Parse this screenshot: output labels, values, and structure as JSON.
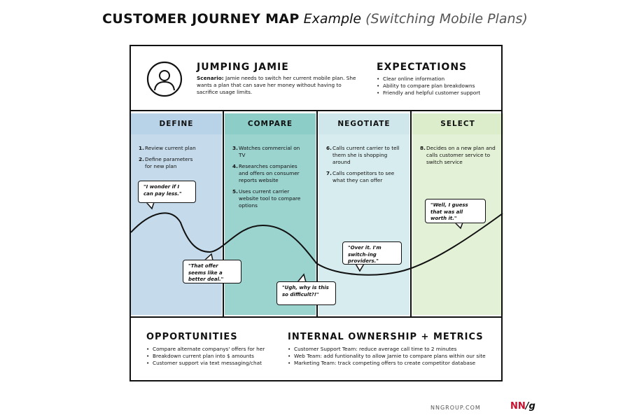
{
  "title": {
    "main": "CUSTOMER JOURNEY MAP",
    "example": "Example",
    "subtitle": "(Switching Mobile Plans)"
  },
  "persona": {
    "name": "JUMPING JAMIE",
    "scenario_label": "Scenario:",
    "scenario_text": "Jamie needs to switch her current mobile plan. She wants a plan that can save her money without having to sacrifice usage limits.",
    "icon": "user-avatar-icon"
  },
  "expectations": {
    "title": "EXPECTATIONS",
    "items": [
      "Clear online information",
      "Ability to compare plan breakdowns",
      "Friendly and helpful customer support"
    ]
  },
  "stages": [
    {
      "label": "DEFINE",
      "color": "#c5dbec",
      "header_color": "#b8d3e8",
      "steps": [
        {
          "num": "1.",
          "text": "Review current plan"
        },
        {
          "num": "2.",
          "text": "Define parameters for new plan"
        }
      ]
    },
    {
      "label": "COMPARE",
      "color": "#9bd3cf",
      "header_color": "#8ccdc8",
      "steps": [
        {
          "num": "3.",
          "text": "Watches commercial on TV"
        },
        {
          "num": "4.",
          "text": "Researches companies and offers on consumer reports website"
        },
        {
          "num": "5.",
          "text": "Uses current carrier website tool to compare options"
        }
      ]
    },
    {
      "label": "NEGOTIATE",
      "color": "#d7ecee",
      "header_color": "#cfe7ea",
      "steps": [
        {
          "num": "6.",
          "text": "Calls current carrier to tell them she is shopping around"
        },
        {
          "num": "7.",
          "text": "Calls competitors to see what they can offer"
        }
      ]
    },
    {
      "label": "SELECT",
      "color": "#e3f1d6",
      "header_color": "#dbedcb",
      "steps": [
        {
          "num": "8.",
          "text": "Decides on a new plan and calls customer service to switch service"
        }
      ]
    }
  ],
  "thoughts": [
    "\"I wonder if I can pay less.\"",
    "\"That offer seems like a better deal.\"",
    "\"Ugh, why is this so difficult?!\"",
    "\"Over it. I'm switch-ing providers.\"",
    "\"Well, I guess that was all worth it.\""
  ],
  "opportunities": {
    "title": "OPPORTUNITIES",
    "items": [
      "Compare alternate companys' offers for her",
      "Breakdown current plan into $ amounts",
      "Customer support via text messaging/chat"
    ]
  },
  "ownership": {
    "title": "INTERNAL OWNERSHIP + METRICS",
    "items": [
      "Customer Support Team: reduce average call time to 2 minutes",
      "Web Team: add funtionality to allow Jamie to compare plans within our site",
      "Marketing Team: track competing offers to create competitor database"
    ]
  },
  "footer": {
    "site": "NNGROUP.COM",
    "logo_nn": "NN",
    "logo_g": "/g"
  }
}
